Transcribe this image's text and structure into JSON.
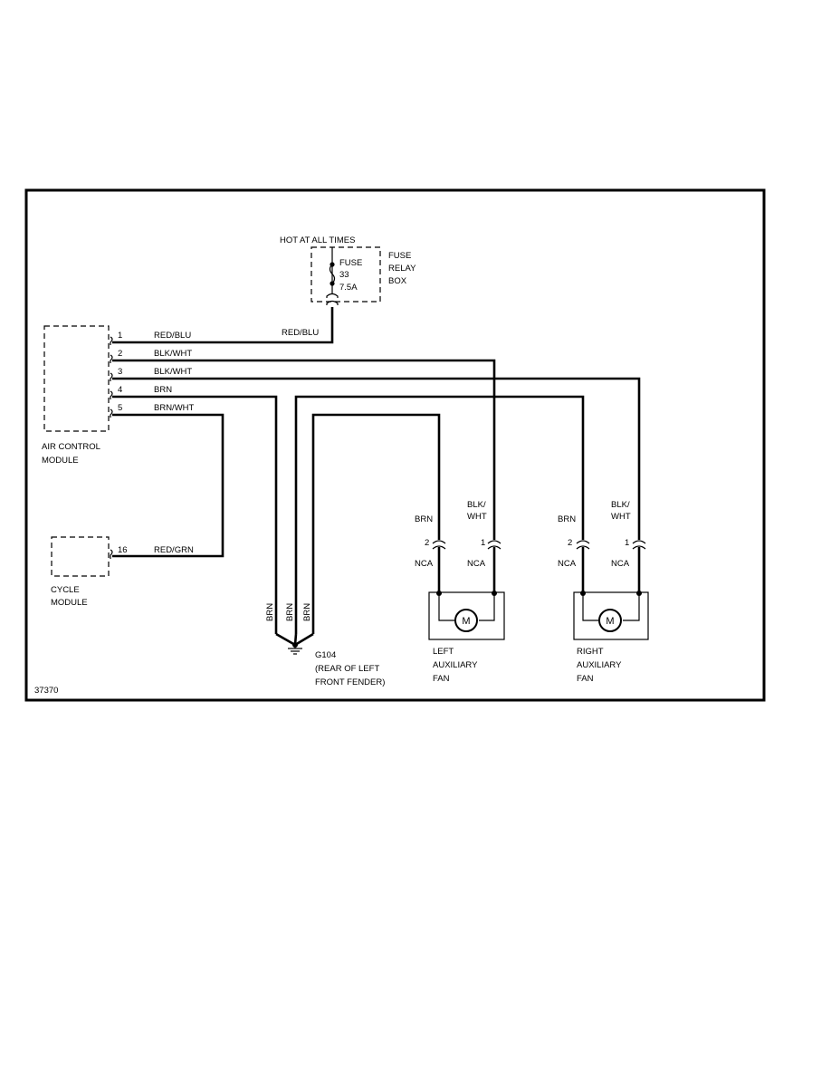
{
  "diagram_id": "37370",
  "fuse_box": {
    "hot_label": "HOT AT ALL TIMES",
    "fuse_label": "FUSE",
    "fuse_number": "33",
    "fuse_rating": "7.5A",
    "box_name": [
      "FUSE",
      "RELAY",
      "BOX"
    ],
    "output_wire": "RED/BLU"
  },
  "air_control_module": {
    "name": [
      "AIR CONTROL",
      "MODULE"
    ],
    "pins": [
      {
        "pin": "1",
        "wire": "RED/BLU"
      },
      {
        "pin": "2",
        "wire": "BLK/WHT"
      },
      {
        "pin": "3",
        "wire": "BLK/WHT"
      },
      {
        "pin": "4",
        "wire": "BRN"
      },
      {
        "pin": "5",
        "wire": "BRN/WHT"
      }
    ]
  },
  "cycle_module": {
    "name": [
      "CYCLE",
      "MODULE"
    ],
    "pin": "16",
    "wire": "RED/GRN"
  },
  "ground": {
    "wires": [
      "BRN",
      "BRN",
      "BRN"
    ],
    "name": "G104",
    "location": [
      "(REAR OF LEFT",
      "FRONT FENDER)"
    ]
  },
  "left_fan": {
    "name": [
      "LEFT",
      "AUXILIARY",
      "FAN"
    ],
    "motor": "M",
    "pin_a": {
      "wire": "BRN",
      "pin": "2",
      "connector": "NCA"
    },
    "pin_b": {
      "wire": [
        "BLK/",
        "WHT"
      ],
      "pin": "1",
      "connector": "NCA"
    }
  },
  "right_fan": {
    "name": [
      "RIGHT",
      "AUXILIARY",
      "FAN"
    ],
    "motor": "M",
    "pin_a": {
      "wire": "BRN",
      "pin": "2",
      "connector": "NCA"
    },
    "pin_b": {
      "wire": [
        "BLK/",
        "WHT"
      ],
      "pin": "1",
      "connector": "NCA"
    }
  }
}
